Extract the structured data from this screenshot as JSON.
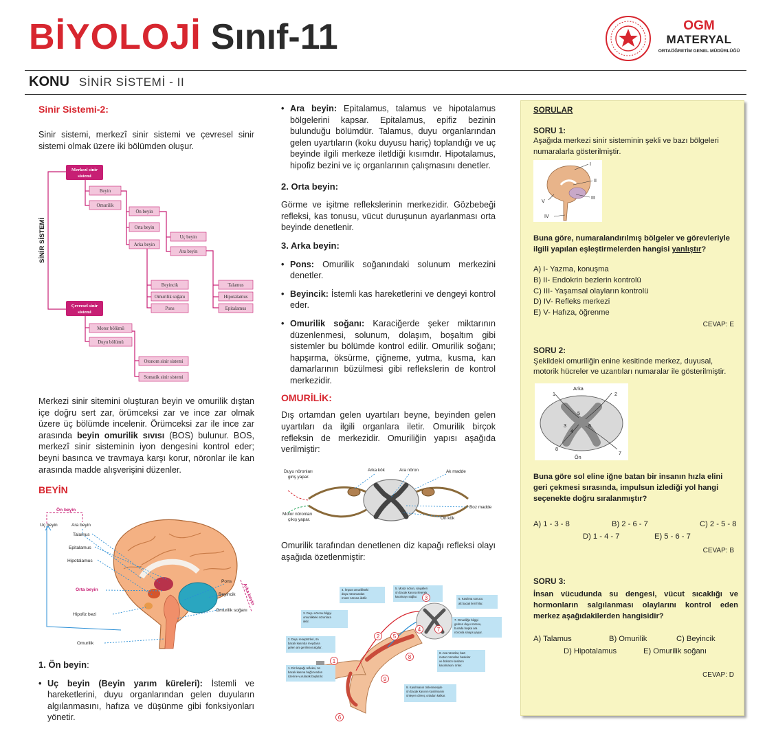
{
  "header": {
    "title_main": "BİYOLOJİ",
    "title_sub": "Sınıf-11",
    "brand_ogm": "OGM",
    "brand_materyal": "MATERYAL",
    "brand_org": "ORTAÖĞRETİM GENEL MÜDÜRLÜĞÜ",
    "konu_label": "KONU",
    "konu_topic": "SİNİR SİSTEMİ - II"
  },
  "colors": {
    "accent_red": "#d7262f",
    "diagram_magenta": "#c71f74",
    "box_pink": "#f3c6dc",
    "panel_yellow": "#f8f5c2",
    "diagram_blue": "#2b8fd6"
  },
  "col1": {
    "section_title": "Sinir Sistemi-2:",
    "intro": "Sinir sistemi, merkezî sinir sistemi ve çevresel sinir sistemi olmak üzere iki bölümden oluşur.",
    "tree": {
      "side_label": "SİNİR SİSTEMİ",
      "merkezi": "Merkezî sinir sistemi",
      "beyin": "Beyin",
      "omurilik": "Omurilik",
      "on_beyin": "Ön beyin",
      "orta_beyin": "Orta beyin",
      "arka_beyin": "Arka beyin",
      "uc_beyin": "Uç beyin",
      "ara_beyin": "Ara beyin",
      "beyincik": "Beyincik",
      "omurilik_sogani": "Omurilik soğanı",
      "pons": "Pons",
      "talamus": "Talamus",
      "hipotalamus": "Hipotalamus",
      "epitalamus": "Epitalamus",
      "cevresel": "Çevresel sinir sistemi",
      "motor": "Motor bölümü",
      "duyu": "Duyu bölümü",
      "otonom": "Otonom sinir sistemi",
      "somatik": "Somatik sinir sistemi"
    },
    "para1_a": "Merkezi sinir sitemini oluşturan beyin ve omurilik dıştan içe doğru sert zar, örümceksi zar ve ince zar olmak üzere üç bölümde incelenir. Örümceksi zar ile ince zar arasında ",
    "para1_b": "beyin omurilik sıvısı",
    "para1_c": " (BOS) bulunur. BOS, merkezî sinir sisteminin iyon dengesini kontrol eder; beyni basınca ve travmaya karşı korur, nöronlar ile kan arasında madde alışverişini düzenler.",
    "beyin_title": "BEYİN",
    "brain_labels": {
      "on_beyin": "Ön beyin",
      "uc_beyin": "Uç beyin",
      "ara_beyin": "Ara beyin",
      "talamus": "Talamus",
      "epitalamus": "Epitalamus",
      "hipotalamus": "Hipotalamus",
      "orta_beyin": "Orta beyin",
      "hipofiz": "Hipofiz bezi",
      "omurilik": "Omurilik",
      "pons": "Pons",
      "beyincik": "Beyincik",
      "omurilik_sogani": "Omurilik soğanı",
      "arka_beyin": "Arka beyin"
    },
    "on_beyin_h": "1. Ön beyin",
    "on_beyin_colon": ":",
    "uc_beyin_b": "Uç beyin (Beyin yarım küreleri):",
    "uc_beyin_t": " İstemli ve hareketlerini, duyu organlarından gelen duyuların algılanmasını, hafıza ve düşünme gibi fonksiyonları yönetir."
  },
  "col2": {
    "ara_beyin_b": "Ara beyin:",
    "ara_beyin_t": " Epitalamus, talamus ve hipotalamus bölgelerini kapsar. Epitalamus, epifiz bezinin bulunduğu bölümdür. Talamus, duyu organlarından gelen uyartıların (koku duyusu hariç) toplandığı ve uç beyinde ilgili merkeze iletldiği kısımdır. Hipotalamus, hipofiz bezini ve iç organlarının çalışmasını denetler.",
    "orta_h": "2. Orta beyin:",
    "orta_t": "Görme ve işitme reflekslerinin merkezidir. Gözbebeği refleksi, kas tonusu, vücut duruşunun ayarlanması orta beyinde denetlenir.",
    "arka_h": "3. Arka beyin:",
    "pons_b": "Pons:",
    "pons_t": " Omurilik soğanındaki solunum merkezini denetler.",
    "beyincik_b": "Beyincik:",
    "beyincik_t": " İstemli kas hareketlerini ve dengeyi kontrol eder.",
    "sogan_b": "Omurilik soğanı:",
    "sogan_t": " Karaciğerde şeker miktarının düzenlenmesi, solunum, dolaşım, boşaltım gibi sistemler bu bölümde kontrol edilir. Omurilik soğanı; hapşırma, öksürme, çiğneme, yutma, kusma, kan damarlarının büzülmesi gibi reflekslerin de kontrol merkezidir.",
    "omurilik_title": "OMURİLİK:",
    "omurilik_t": "Dış ortamdan gelen uyartıları beyne, beyinden gelen uyartıları da ilgili organlara iletir. Omurilik birçok refleksin de merkezidir. Omuriliğin yapısı aşağıda verilmiştir:",
    "cord_labels": {
      "duyu": "Duyu nöronları giriş yapar.",
      "arka_kok": "Arka kök",
      "ara_noron": "Ara nöron",
      "ak_madde": "Ak madde",
      "boz_madde": "Boz madde",
      "on_kok": "Ön kök",
      "motor": "Motor nöronları çıkış yapar."
    },
    "diz_t": "Omurilik tarafından denetlenen diz kapağı refleksi olayı aşağıda özetlenmiştir:",
    "reflex_boxes": {
      "b1": "1. Diz kapağı refleksi, ön bacak kasına bağlı tendon üzerine vurularak başlatılır.",
      "b2": "2. Duyu reseptörleri, ön bacak kasında meydana gelen ani gerilmeyi algılar.",
      "b3": "3. Duyu nöronu bilgiyi omurilikteki nöronlara iletir.",
      "b4": "4. İmpus omurilikteki duyu nöronundan motor nörona iletilir.",
      "b5": "5. Motor nöron, sinyalleri ön bacak kasına ileterek kasılmayı sağlar.",
      "b6": "6. Kasılma sonucu alt bacak ileri fırlar.",
      "b7": "7. Omuriliğe bilgiyi getiren duyu nöronu, burada başka ara nöronla sinaps yapar.",
      "b8": "8. Ara nöronlar, bazı motor nöronları baskılar ve bükücü kasların kasılmasını önler.",
      "b9": "9. Kasılmanın önlenmesiyle ön bacak kasının kasılmasını önleyen direnç ortadan kalkar."
    },
    "reflex_numbers": [
      "1",
      "2",
      "3",
      "4",
      "5",
      "6",
      "7",
      "8",
      "9"
    ]
  },
  "panel": {
    "sorular": "SORULAR",
    "q1_h": "SORU 1:",
    "q1_t": "Aşağıda merkezi sinir sisteminin şekli ve bazı bölgeleri numaralarla gösterilmiştir.",
    "q1_fig_labels": [
      "I",
      "II",
      "III",
      "IV",
      "V"
    ],
    "q1_b1": "Buna göre, numaralandırılmış bölgeler ve görevleriyle ilgili yapılan eşleştirmelerden hangisi ",
    "q1_b2": "yanlıştır",
    "q1_b3": "?",
    "q1_options": [
      "A) I- Yazma, konuşma",
      "B) II- Endokrin bezlerin kontrolü",
      "C) III- Yaşamsal olayların kontrolü",
      "D) IV- Refleks merkezi",
      "E) V- Hafıza, öğrenme"
    ],
    "q1_cevap": "CEVAP:  E",
    "q2_h": "SORU 2:",
    "q2_t": "Şekildeki omuriliğin enine kesitinde merkez, duyusal, motorik hücreler ve uzantıları numaralar ile gösterilmiştir.",
    "q2_fig": {
      "arka": "Arka",
      "on": "Ön",
      "nums": [
        "1",
        "2",
        "3",
        "4",
        "5",
        "6",
        "7",
        "8"
      ]
    },
    "q2_b": "Buna göre sol eline iğne batan bir insanın hızla elini geri çekmesi sırasında, impulsun izlediği yol hangi seçenekte doğru sıralanmıştır?",
    "q2_options": [
      "A) 1 - 3 - 8",
      "B) 2 - 6 - 7",
      "C) 2 - 5 - 8",
      "D) 1 - 4 - 7",
      "E) 5 - 6 - 7"
    ],
    "q2_cevap": "CEVAP:  B",
    "q3_h": "SORU 3:",
    "q3_b": "İnsan vücudunda su dengesi, vücut sıcaklığı ve hormonların salgılanması olaylarını kontrol eden merkez aşağıdakilerden hangisidir?",
    "q3_options": [
      "A) Talamus",
      "B) Omurilik",
      "C) Beyincik",
      "D) Hipotalamus",
      "E) Omurilik soğanı"
    ],
    "q3_cevap": "CEVAP: D"
  }
}
